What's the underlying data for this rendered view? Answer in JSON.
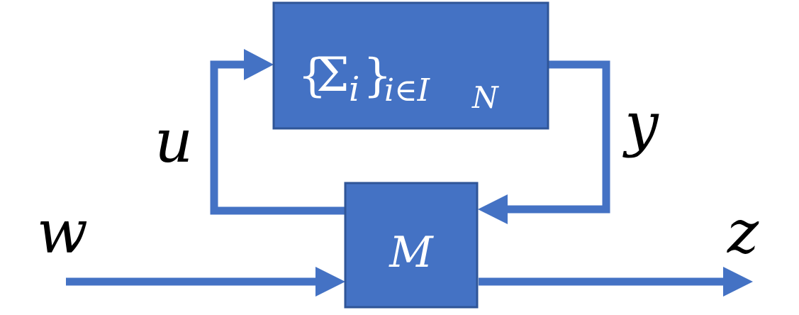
{
  "colors": {
    "block_fill": "#4472C4",
    "block_border": "#2F5597",
    "wire": "#4472C4",
    "block_text": "#FFFFFF",
    "label_text": "#000000"
  },
  "blocks": {
    "subsystems": {
      "open_brace": "{",
      "sigma": "Σ",
      "sigma_index": "i",
      "close_brace": "}",
      "set_index": "i∈I",
      "set_subindex": "N"
    },
    "interconnection": {
      "label": "M"
    }
  },
  "signals": {
    "u": "u",
    "y": "y",
    "w": "w",
    "z": "z"
  }
}
